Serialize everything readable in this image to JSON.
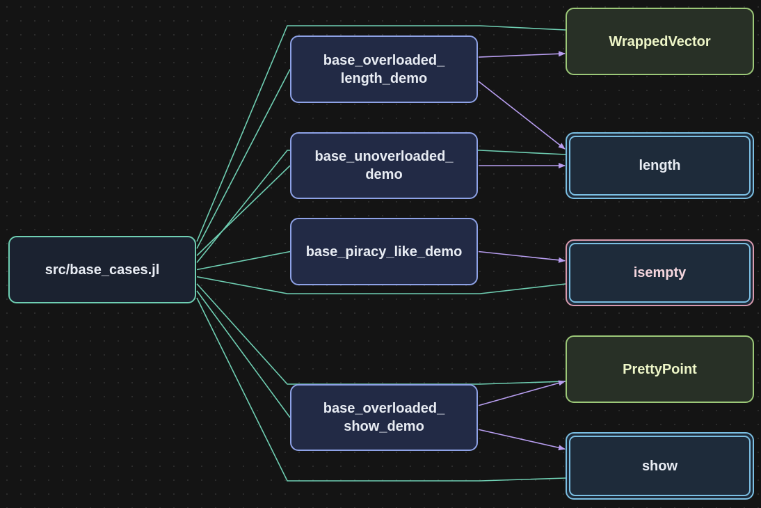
{
  "colors": {
    "background": "#141414",
    "contains_edge": "#6fcfb3",
    "call_edge": "#b89ef0",
    "file_border": "#6fcfb3",
    "function_border": "#8ea2e6",
    "type_border": "#9cc878",
    "base_function_border": "#7bbfe3",
    "piracy_border": "#d89aae"
  },
  "nodes": {
    "file": {
      "label": "src/base_cases.jl"
    },
    "base_overloaded_length_demo": {
      "label": "base_overloaded_\nlength_demo"
    },
    "base_unoverloaded_demo": {
      "label": "base_unoverloaded_\ndemo"
    },
    "base_piracy_like_demo": {
      "label": "base_piracy_like_demo"
    },
    "base_overloaded_show_demo": {
      "label": "base_overloaded_\nshow_demo"
    },
    "WrappedVector": {
      "label": "WrappedVector"
    },
    "length": {
      "label": "length"
    },
    "isempty": {
      "label": "isempty"
    },
    "PrettyPoint": {
      "label": "PrettyPoint"
    },
    "show": {
      "label": "show"
    }
  },
  "edges": {
    "contains": [
      [
        "file",
        "WrappedVector"
      ],
      [
        "file",
        "base_overloaded_length_demo"
      ],
      [
        "file",
        "base_unoverloaded_demo"
      ],
      [
        "file",
        "length"
      ],
      [
        "file",
        "base_piracy_like_demo"
      ],
      [
        "file",
        "isempty"
      ],
      [
        "file",
        "PrettyPoint"
      ],
      [
        "file",
        "base_overloaded_show_demo"
      ],
      [
        "file",
        "show"
      ]
    ],
    "calls": [
      [
        "base_overloaded_length_demo",
        "WrappedVector"
      ],
      [
        "base_overloaded_length_demo",
        "length"
      ],
      [
        "base_unoverloaded_demo",
        "length"
      ],
      [
        "base_piracy_like_demo",
        "isempty"
      ],
      [
        "base_overloaded_show_demo",
        "PrettyPoint"
      ],
      [
        "base_overloaded_show_demo",
        "show"
      ]
    ]
  }
}
